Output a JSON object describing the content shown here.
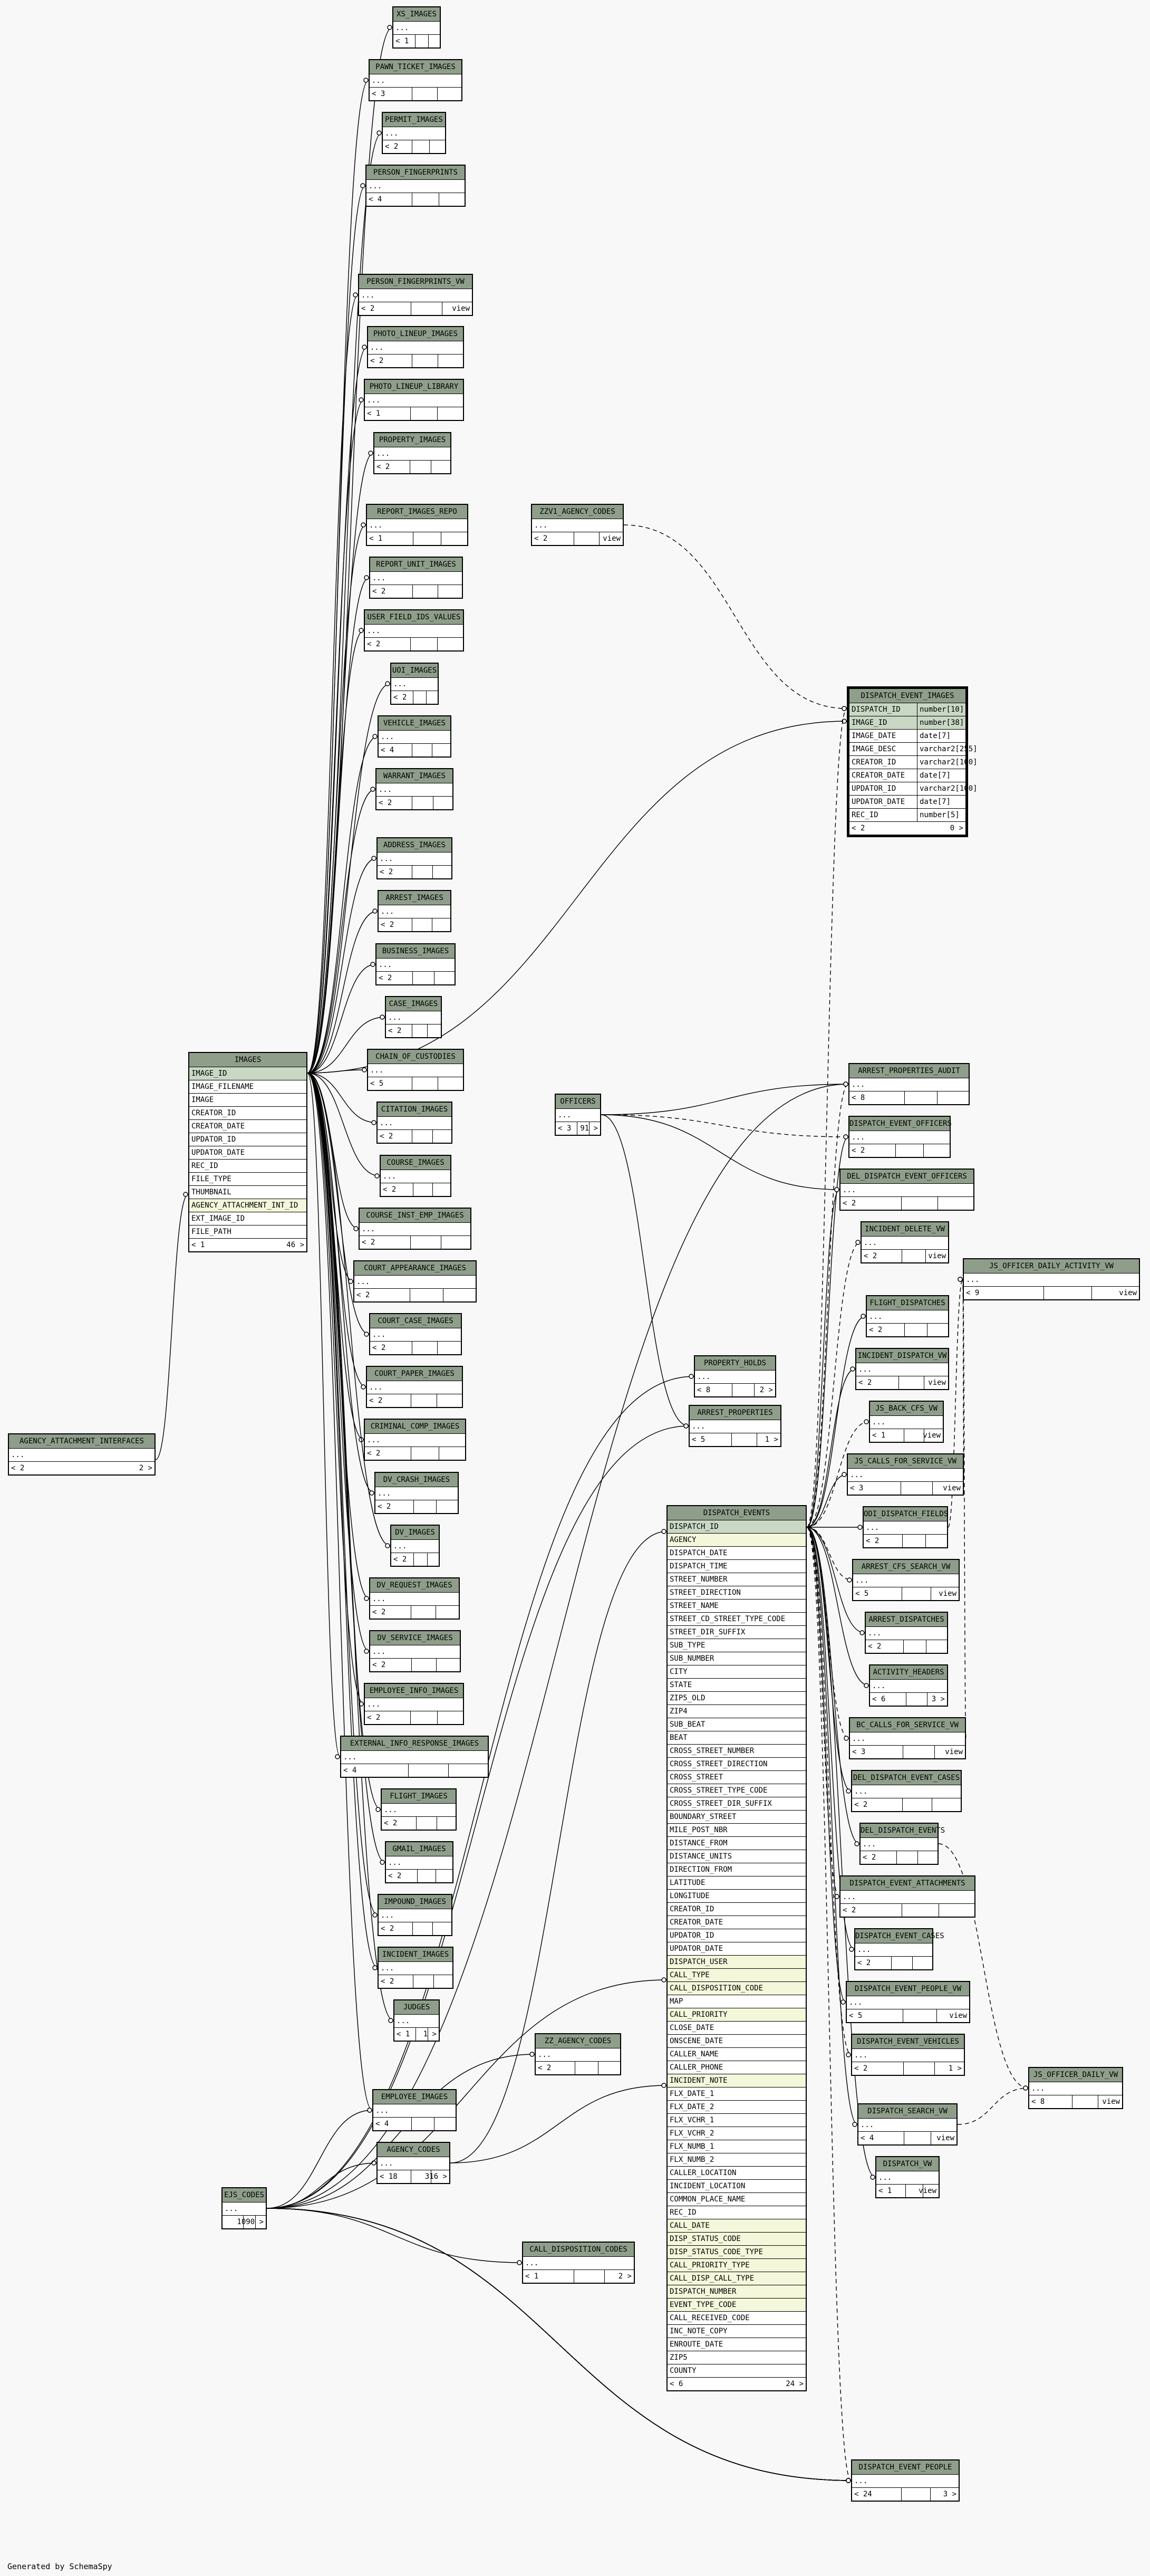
{
  "credit": "Generated by SchemaSpy",
  "focus": {
    "name": "DISPATCH_EVENT_IMAGES",
    "columns": [
      {
        "name": "DISPATCH_ID",
        "type": "number[10]"
      },
      {
        "name": "IMAGE_ID",
        "type": "number[38]"
      },
      {
        "name": "IMAGE_DATE",
        "type": "date[7]"
      },
      {
        "name": "IMAGE_DESC",
        "type": "varchar2[255]"
      },
      {
        "name": "CREATOR_ID",
        "type": "varchar2[100]"
      },
      {
        "name": "CREATOR_DATE",
        "type": "date[7]"
      },
      {
        "name": "UPDATOR_ID",
        "type": "varchar2[100]"
      },
      {
        "name": "UPDATOR_DATE",
        "type": "date[7]"
      },
      {
        "name": "REC_ID",
        "type": "number[5]"
      }
    ],
    "parents": "< 2",
    "children": "0 >"
  },
  "images": {
    "name": "IMAGES",
    "columns": [
      "IMAGE_ID",
      "IMAGE_FILENAME",
      "IMAGE",
      "CREATOR_ID",
      "CREATOR_DATE",
      "UPDATOR_ID",
      "UPDATOR_DATE",
      "REC_ID",
      "FILE_TYPE",
      "THUMBNAIL",
      "AGENCY_ATTACHMENT_INT_ID",
      "EXT_IMAGE_ID",
      "FILE_PATH"
    ],
    "parents": "< 1",
    "children": "46 >"
  },
  "dispatch_events": {
    "name": "DISPATCH_EVENTS",
    "columns": [
      "DISPATCH_ID",
      "AGENCY",
      "DISPATCH_DATE",
      "DISPATCH_TIME",
      "STREET_NUMBER",
      "STREET_DIRECTION",
      "STREET_NAME",
      "STREET_CD_STREET_TYPE_CODE",
      "STREET_DIR_SUFFIX",
      "SUB_TYPE",
      "SUB_NUMBER",
      "CITY",
      "STATE",
      "ZIP5_OLD",
      "ZIP4",
      "SUB_BEAT",
      "BEAT",
      "CROSS_STREET_NUMBER",
      "CROSS_STREET_DIRECTION",
      "CROSS_STREET",
      "CROSS_STREET_TYPE_CODE",
      "CROSS_STREET_DIR_SUFFIX",
      "BOUNDARY_STREET",
      "MILE_POST_NBR",
      "DISTANCE_FROM",
      "DISTANCE_UNITS",
      "DIRECTION_FROM",
      "LATITUDE",
      "LONGITUDE",
      "CREATOR_ID",
      "CREATOR_DATE",
      "UPDATOR_ID",
      "UPDATOR_DATE",
      "DISPATCH_USER",
      "CALL_TYPE",
      "CALL_DISPOSITION_CODE",
      "MAP",
      "CALL_PRIORITY",
      "CLOSE_DATE",
      "ONSCENE_DATE",
      "CALLER_NAME",
      "CALLER_PHONE",
      "INCIDENT_NOTE",
      "FLX_DATE_1",
      "FLX_DATE_2",
      "FLX_VCHR_1",
      "FLX_VCHR_2",
      "FLX_NUMB_1",
      "FLX_NUMB_2",
      "CALLER_LOCATION",
      "INCIDENT_LOCATION",
      "COMMON_PLACE_NAME",
      "REC_ID",
      "CALL_DATE",
      "DISP_STATUS_CODE",
      "DISP_STATUS_CODE_TYPE",
      "CALL_PRIORITY_TYPE",
      "CALL_DISP_CALL_TYPE",
      "DISPATCH_NUMBER",
      "EVENT_TYPE_CODE",
      "CALL_RECEIVED_CODE",
      "INC_NOTE_COPY",
      "ENROUTE_DATE",
      "ZIP5",
      "COUNTY"
    ],
    "parents": "< 6",
    "children": "24 >"
  },
  "agency_interfaces": {
    "name": "AGENCY_ATTACHMENT_INTERFACES",
    "row": "...",
    "parents": "< 2",
    "children": "2 >"
  },
  "small_tables": [
    {
      "name": "XS_IMAGES",
      "parents": "< 1",
      "view": ""
    },
    {
      "name": "PAWN_TICKET_IMAGES",
      "parents": "< 3",
      "view": ""
    },
    {
      "name": "PERMIT_IMAGES",
      "parents": "< 2",
      "view": ""
    },
    {
      "name": "PERSON_FINGERPRINTS",
      "parents": "< 4",
      "view": ""
    },
    {
      "name": "PERSON_FINGERPRINTS_VW",
      "parents": "< 2",
      "view": "view"
    },
    {
      "name": "PHOTO_LINEUP_IMAGES",
      "parents": "< 2",
      "view": ""
    },
    {
      "name": "PHOTO_LINEUP_LIBRARY",
      "parents": "< 1",
      "view": ""
    },
    {
      "name": "PROPERTY_IMAGES",
      "parents": "< 2",
      "view": ""
    },
    {
      "name": "REPORT_IMAGES_REPO",
      "parents": "< 1",
      "view": ""
    },
    {
      "name": "REPORT_UNIT_IMAGES",
      "parents": "< 2",
      "view": ""
    },
    {
      "name": "USER_FIELD_IDS_VALUES",
      "parents": "< 2",
      "view": ""
    },
    {
      "name": "UOI_IMAGES",
      "parents": "< 2",
      "view": ""
    },
    {
      "name": "VEHICLE_IMAGES",
      "parents": "< 4",
      "view": ""
    },
    {
      "name": "WARRANT_IMAGES",
      "parents": "< 2",
      "view": ""
    },
    {
      "name": "ADDRESS_IMAGES",
      "parents": "< 2",
      "view": ""
    },
    {
      "name": "ARREST_IMAGES",
      "parents": "< 2",
      "view": ""
    },
    {
      "name": "BUSINESS_IMAGES",
      "parents": "< 2",
      "view": ""
    },
    {
      "name": "CASE_IMAGES",
      "parents": "< 2",
      "view": ""
    },
    {
      "name": "CHAIN_OF_CUSTODIES",
      "parents": "< 5",
      "view": ""
    },
    {
      "name": "CITATION_IMAGES",
      "parents": "< 2",
      "view": ""
    },
    {
      "name": "COURSE_IMAGES",
      "parents": "< 2",
      "view": ""
    },
    {
      "name": "COURSE_INST_EMP_IMAGES",
      "parents": "< 2",
      "view": ""
    },
    {
      "name": "COURT_APPEARANCE_IMAGES",
      "parents": "< 2",
      "view": ""
    },
    {
      "name": "COURT_CASE_IMAGES",
      "parents": "< 2",
      "view": ""
    },
    {
      "name": "COURT_PAPER_IMAGES",
      "parents": "< 2",
      "view": ""
    },
    {
      "name": "CRIMINAL_COMP_IMAGES",
      "parents": "< 2",
      "view": ""
    },
    {
      "name": "DV_CRASH_IMAGES",
      "parents": "< 2",
      "view": ""
    },
    {
      "name": "DV_IMAGES",
      "parents": "< 2",
      "view": ""
    },
    {
      "name": "DV_REQUEST_IMAGES",
      "parents": "< 2",
      "view": ""
    },
    {
      "name": "DV_SERVICE_IMAGES",
      "parents": "< 2",
      "view": ""
    },
    {
      "name": "EMPLOYEE_INFO_IMAGES",
      "parents": "< 2",
      "view": ""
    },
    {
      "name": "EXTERNAL_INFO_RESPONSE_IMAGES",
      "parents": "< 4",
      "view": ""
    },
    {
      "name": "FLIGHT_IMAGES",
      "parents": "< 2",
      "view": ""
    },
    {
      "name": "GMAIL_IMAGES",
      "parents": "< 2",
      "view": ""
    },
    {
      "name": "IMPOUND_IMAGES",
      "parents": "< 2",
      "view": ""
    },
    {
      "name": "INCIDENT_IMAGES",
      "parents": "< 2",
      "view": ""
    },
    {
      "name": "JUDGES",
      "parents": "< 1",
      "view": "1 >"
    },
    {
      "name": "EMPLOYEE_IMAGES",
      "parents": "< 4",
      "view": ""
    },
    {
      "name": "AGENCY_CODES",
      "parents": "< 18",
      "view": "316 >"
    },
    {
      "name": "EJS_CODES",
      "parents": "",
      "view": "1090 >"
    },
    {
      "name": "ZZV1_AGENCY_CODES",
      "parents": "< 2",
      "view": "view"
    },
    {
      "name": "ZZ_AGENCY_CODES",
      "parents": "< 2",
      "view": ""
    },
    {
      "name": "OFFICERS",
      "parents": "< 3",
      "view": "91 >"
    },
    {
      "name": "CALL_DISPOSITION_CODES",
      "parents": "< 1",
      "view": "2 >"
    },
    {
      "name": "PROPERTY_HOLDS",
      "parents": "< 8",
      "view": "2 >"
    },
    {
      "name": "ARREST_PROPERTIES",
      "parents": "< 5",
      "view": "1 >"
    },
    {
      "name": "ARREST_PROPERTIES_AUDIT",
      "parents": "< 8",
      "view": ""
    },
    {
      "name": "DISPATCH_EVENT_OFFICERS",
      "parents": "< 2",
      "view": ""
    },
    {
      "name": "DEL_DISPATCH_EVENT_OFFICERS",
      "parents": "< 2",
      "view": ""
    },
    {
      "name": "INCIDENT_DELETE_VW",
      "parents": "< 2",
      "view": "view"
    },
    {
      "name": "FLIGHT_DISPATCHES",
      "parents": "< 2",
      "view": ""
    },
    {
      "name": "INCIDENT_DISPATCH_VW",
      "parents": "< 2",
      "view": "view"
    },
    {
      "name": "JS_BACK_CFS_VW",
      "parents": "< 1",
      "view": "view"
    },
    {
      "name": "JS_CALLS_FOR_SERVICE_VW",
      "parents": "< 3",
      "view": "view"
    },
    {
      "name": "ODI_DISPATCH_FIELDS",
      "parents": "< 2",
      "view": ""
    },
    {
      "name": "ARREST_CFS_SEARCH_VW",
      "parents": "< 5",
      "view": "view"
    },
    {
      "name": "ARREST_DISPATCHES",
      "parents": "< 2",
      "view": ""
    },
    {
      "name": "ACTIVITY_HEADERS",
      "parents": "< 6",
      "view": "3 >"
    },
    {
      "name": "BC_CALLS_FOR_SERVICE_VW",
      "parents": "< 3",
      "view": "view"
    },
    {
      "name": "DEL_DISPATCH_EVENT_CASES",
      "parents": "< 2",
      "view": ""
    },
    {
      "name": "DEL_DISPATCH_EVENTS",
      "parents": "< 2",
      "view": ""
    },
    {
      "name": "DISPATCH_EVENT_ATTACHMENTS",
      "parents": "< 2",
      "view": ""
    },
    {
      "name": "DISPATCH_EVENT_CASES",
      "parents": "< 2",
      "view": ""
    },
    {
      "name": "DISPATCH_EVENT_PEOPLE_VW",
      "parents": "< 5",
      "view": "view"
    },
    {
      "name": "DISPATCH_EVENT_VEHICLES",
      "parents": "< 2",
      "view": "1 >"
    },
    {
      "name": "DISPATCH_SEARCH_VW",
      "parents": "< 4",
      "view": "view"
    },
    {
      "name": "DISPATCH_VW",
      "parents": "< 1",
      "view": "view"
    },
    {
      "name": "DISPATCH_EVENT_PEOPLE",
      "parents": "< 24",
      "view": "3 >"
    },
    {
      "name": "JS_OFFICER_DAILY_ACTIVITY_VW",
      "parents": "< 9",
      "view": "view"
    },
    {
      "name": "JS_OFFICER_DAILY_VW",
      "parents": "< 8",
      "view": "view"
    }
  ]
}
